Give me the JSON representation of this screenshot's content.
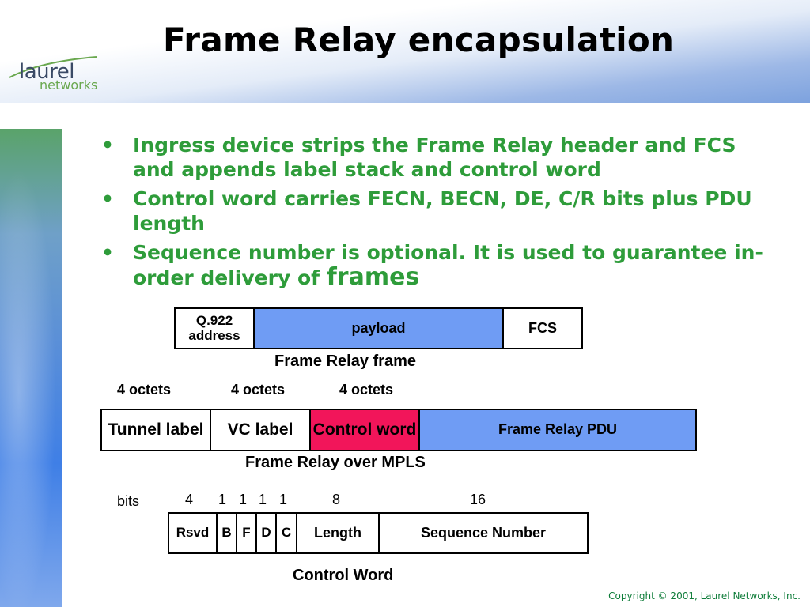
{
  "title": "Frame Relay encapsulation",
  "logo": {
    "line1": "laurel",
    "line2": "networks"
  },
  "bullets": [
    {
      "text": "Ingress device strips the Frame Relay header and FCS and appends label stack and control word"
    },
    {
      "text": "Control word carries FECN, BECN, DE, C/R bits plus PDU length"
    },
    {
      "text": "Sequence number is optional.  It is used to guarantee in-order delivery of",
      "emphasis": "frames"
    }
  ],
  "bullet_symbol": "•",
  "frame_relay_frame": {
    "caption": "Frame Relay frame",
    "fields": [
      "Q.922 address",
      "payload",
      "FCS"
    ]
  },
  "mpls": {
    "caption": "Frame Relay over MPLS",
    "octets": [
      "4 octets",
      "4 octets",
      "4 octets"
    ],
    "fields": [
      "Tunnel label",
      "VC label",
      "Control word",
      "Frame Relay PDU"
    ]
  },
  "control_word": {
    "caption": "Control Word",
    "bits_label": "bits",
    "bit_counts": [
      "4",
      "1",
      "1",
      "1",
      "1",
      "8",
      "16"
    ],
    "fields": [
      "Rsvd",
      "B",
      "F",
      "D",
      "C",
      "Length",
      "Sequence Number"
    ]
  },
  "copyright": "Copyright © 2001, Laurel Networks, Inc.",
  "colors": {
    "bullet_text": "#2e9c3a",
    "payload": "#6f9cf4",
    "control_word": "#f2155a",
    "copyright": "#0f7d3a"
  }
}
